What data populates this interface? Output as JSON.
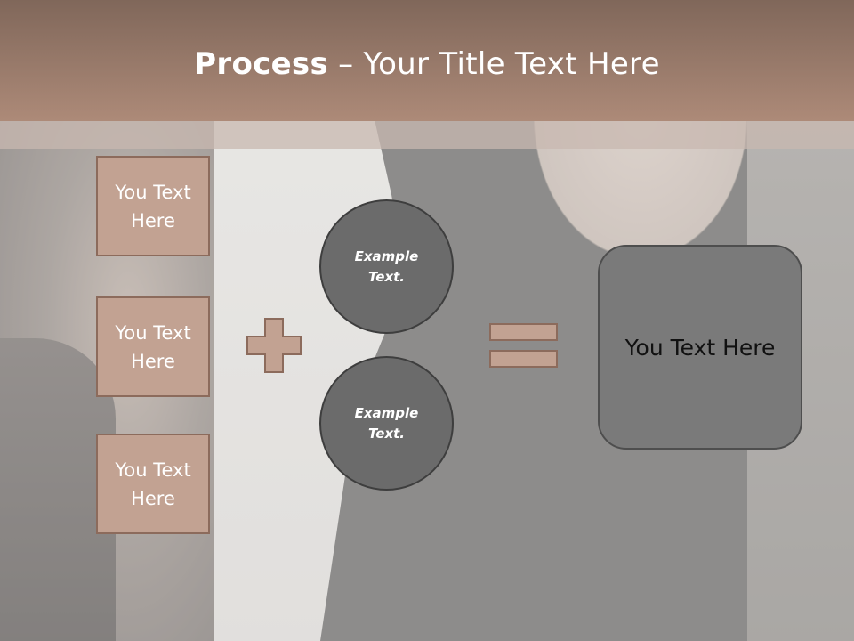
{
  "slide": {
    "title_bold": "Process",
    "title_rest": " – Your Title Text Here",
    "left_boxes": [
      {
        "label": "You Text Here"
      },
      {
        "label": "You Text Here"
      },
      {
        "label": "You Text Here"
      }
    ],
    "circles": [
      {
        "label": "Example Text."
      },
      {
        "label": "Example Text."
      }
    ],
    "result_label": "You Text Here"
  },
  "colors": {
    "header_top": "#80675a",
    "header_bottom": "#ad8a78",
    "box_fill": "#c2a292",
    "box_border": "#8c6b5c",
    "circle_fill": "#6b6b6b",
    "result_fill": "#7a7a7a"
  },
  "icons": {
    "plus": "plus-icon",
    "equals": "equals-icon"
  }
}
